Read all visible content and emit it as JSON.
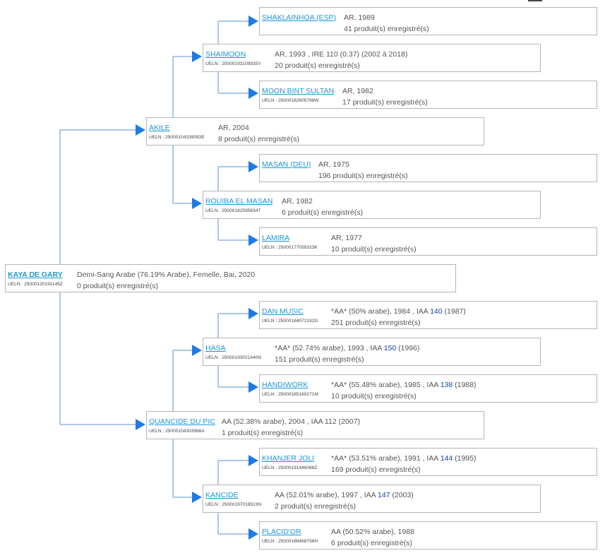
{
  "root": {
    "name": "KAYA DE GARY",
    "ueln": "UELN : 25000120191145Z",
    "info_parts": [
      "Demi-Sang Arabe (76.19% Arabe), Femelle, Bai, 2020"
    ],
    "produits": "0 produit(s) enregistré(s)"
  },
  "sire": {
    "name": "AKILE",
    "ueln": "UELN : 25000104339083E",
    "info_parts": [
      "AR, 2004"
    ],
    "produits": "8 produit(s) enregistré(s)"
  },
  "sire_sire": {
    "name": "SHAIMOON",
    "ueln": "UELN : 25000193109935Y",
    "info_parts": [
      "AR, 1993 , IRE 110 (0.37) (2002 à 2018)"
    ],
    "produits": "20 produit(s) enregistré(s)"
  },
  "sire_sire_sire": {
    "name": "SHAKLAINHOA (ESP)",
    "ueln": "",
    "info_parts": [
      "AR, 1989"
    ],
    "produits": "41 produit(s) enregistré(s)"
  },
  "sire_sire_dam": {
    "name": "MOON BINT SULTAN",
    "ueln": "UELN : 25000182605768W",
    "info_parts": [
      "AR, 1982"
    ],
    "produits": "17 produit(s) enregistré(s)"
  },
  "sire_dam": {
    "name": "ROUIBA EL MASAN",
    "ueln": "UELN : 25000182595834T",
    "info_parts": [
      "AR, 1982"
    ],
    "produits": "6 produit(s) enregistré(s)"
  },
  "sire_dam_sire": {
    "name": "MASAN (DEU)",
    "ueln": "",
    "info_parts": [
      "AR, 1975"
    ],
    "produits": "196 produit(s) enregistré(s)"
  },
  "sire_dam_dam": {
    "name": "LAMIRA",
    "ueln": "UELN : 25000177059323K",
    "info_parts": [
      "AR, 1977"
    ],
    "produits": "10 produit(s) enregistré(s)"
  },
  "dam": {
    "name": "QUANCIDE DU PIC",
    "ueln": "UELN : 25000104303966A",
    "info_parts": [
      "AA (52.38% arabe), 2004 , IAA 112 (2007)"
    ],
    "produits": "1 produit(s) enregistré(s)"
  },
  "dam_sire": {
    "name": "HASA",
    "ueln": "UELN : 25000193021440N",
    "info_parts": [
      "*AA* (52.74% arabe), 1993 , IAA ",
      "150",
      " (1996)"
    ],
    "produits": "151 produit(s) enregistré(s)"
  },
  "dam_sire_sire": {
    "name": "DAN MUSIC",
    "ueln": "UELN : 25000184072192G",
    "info_parts": [
      "*AA* (50% arabe), 1984 , IAA ",
      "140",
      " (1987)"
    ],
    "produits": "251 produit(s) enregistré(s)"
  },
  "dam_sire_dam": {
    "name": "HANDIWORK",
    "ueln": "UELN : 25000185160271M",
    "info_parts": [
      "*AA* (55.48% arabe), 1985 , IAA ",
      "138",
      " (1988)"
    ],
    "produits": "10 produit(s) enregistré(s)"
  },
  "dam_dam": {
    "name": "KANCIDE",
    "ueln": "UELN : 25000197018513N",
    "info_parts": [
      "AA (52.01% arabe), 1997 , IAA ",
      "147",
      " (2003)"
    ],
    "produits": "2 produit(s) enregistré(s)"
  },
  "dam_dam_sire": {
    "name": "KHANJER JOLI",
    "ueln": "UELN : 25000191446068Z",
    "info_parts": [
      "*AA* (53.51% arabe), 1991 , IAA ",
      "144",
      " (1995)"
    ],
    "produits": "169 produit(s) enregistré(s)"
  },
  "dam_dam_dam": {
    "name": "PLACID'OR",
    "ueln": "UELN : 25000188468756H",
    "info_parts": [
      "AA (50.52% arabe), 1988"
    ],
    "produits": "6 produit(s) enregistré(s)"
  },
  "colors": {
    "link": "#1e96d6",
    "border": "#b5b5b5",
    "connector": "#5b8fd6",
    "arrow": "#1e7be6",
    "iaa_highlight": "#1a3fa8"
  },
  "icons": {
    "connector_arrow": "arrow-right-icon"
  }
}
